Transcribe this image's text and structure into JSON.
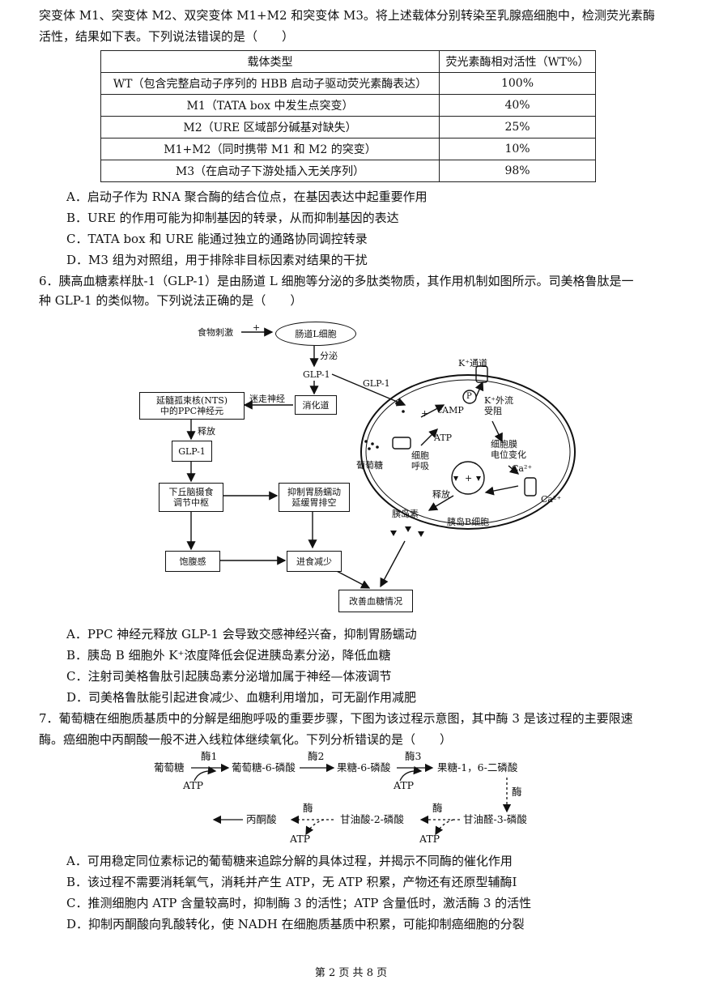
{
  "q5": {
    "line1": "突变体 M1、突变体 M2、双突变体 M1+M2 和突变体 M3。将上述载体分别转染至乳腺癌细胞中，检测荧光素酶",
    "line2": "活性，结果如下表。下列说法错误的是（　　）",
    "table": {
      "headers": [
        "载体类型",
        "荧光素酶相对活性（WT%）"
      ],
      "rows": [
        [
          "WT（包含完整启动子序列的 HBB 启动子驱动荧光素酶表达）",
          "100%"
        ],
        [
          "M1（TATA box 中发生点突变）",
          "40%"
        ],
        [
          "M2（URE 区域部分碱基对缺失）",
          "25%"
        ],
        [
          "M1+M2（同时携带 M1 和 M2 的突变）",
          "10%"
        ],
        [
          "M3（在启动子下游处插入无关序列）",
          "98%"
        ]
      ]
    },
    "options": [
      "A．启动子作为 RNA 聚合酶的结合位点，在基因表达中起重要作用",
      "B．URE 的作用可能为抑制基因的转录，从而抑制基因的表达",
      "C．TATA box 和 URE 能通过独立的通路协同调控转录",
      "D．M3 组为对照组，用于排除非目标因素对结果的干扰"
    ]
  },
  "q6": {
    "line1": "6．胰高血糖素样肽-1（GLP-1）是由肠道 L 细胞等分泌的多肽类物质，其作用机制如图所示。司美格鲁肽是一",
    "line2": "种 GLP-1 的类似物。下列说法正确的是（　　）",
    "diagram": {
      "food": "食物刺激",
      "plus": "+",
      "lcell": "肠道L细胞",
      "secrete": "分泌",
      "glp1_a": "GLP-1",
      "glp1_b": "GLP-1",
      "vagus": "迷走神经",
      "gut": "消化道",
      "nts": "延髓孤束核(NTS)\n中的PPC神经元",
      "release1": "释放",
      "glp1_c": "GLP-1",
      "hypo": "下丘脑摄食\n调节中枢",
      "inhibit": "抑制胃肠蠕动\n延缓胃排空",
      "satiety": "饱腹感",
      "intake": "进食减少",
      "improve": "改善血糖情况",
      "k_channel": "K⁺通道",
      "p": "P",
      "camp": "cAMP",
      "plus2": "+",
      "k_out": "K⁺外流\n受阻",
      "atp": "ATP",
      "membrane": "细胞膜\n电位变化",
      "resp": "细胞\n呼吸",
      "glucose": "葡萄糖",
      "ca1": "Ca²⁺",
      "ca2": "Ca²⁺",
      "release2": "释放",
      "insulin": "胰岛素",
      "bcell": "胰岛B细胞",
      "plus3": "+"
    },
    "options": [
      "A．PPC 神经元释放 GLP-1 会导致交感神经兴奋，抑制胃肠蠕动",
      "B．胰岛 B 细胞外 K⁺浓度降低会促进胰岛素分泌，降低血糖",
      "C．注射司美格鲁肽引起胰岛素分泌增加属于神经—体液调节",
      "D．司美格鲁肽能引起进食减少、血糖利用增加，可无副作用减肥"
    ]
  },
  "q7": {
    "line1": "7．葡萄糖在细胞质基质中的分解是细胞呼吸的重要步骤，下图为该过程示意图，其中酶 3 是该过程的主要限速",
    "line2": "酶。癌细胞中丙酮酸一般不进入线粒体继续氧化。下列分析错误的是（　　）",
    "pathway": {
      "glucose": "葡萄糖",
      "enz1": "酶1",
      "atp1": "ATP",
      "g6p": "葡萄糖-6-磷酸",
      "enz2": "酶2",
      "f6p": "果糖-6-磷酸",
      "enz3": "酶3",
      "atp2": "ATP",
      "f16bp": "果糖-1，6-二磷酸",
      "enz_r": "酶",
      "pyruvate": "丙酮酸",
      "enz_a": "酶",
      "atp3": "ATP",
      "pg2": "甘油酸-2-磷酸",
      "enz_b": "酶",
      "atp4": "ATP",
      "gap3": "甘油醛-3-磷酸"
    },
    "options": [
      "A．可用稳定同位素标记的葡萄糖来追踪分解的具体过程，并揭示不同酶的催化作用",
      "B．该过程不需要消耗氧气，消耗并产生 ATP，无 ATP 积累，产物还有还原型辅酶Ⅰ",
      "C．推测细胞内 ATP 含量较高时，抑制酶 3 的活性；ATP 含量低时，激活酶 3 的活性",
      "D．抑制丙酮酸向乳酸转化，使 NADH 在细胞质基质中积累，可能抑制癌细胞的分裂"
    ]
  },
  "footer": "第 2 页 共 8 页"
}
